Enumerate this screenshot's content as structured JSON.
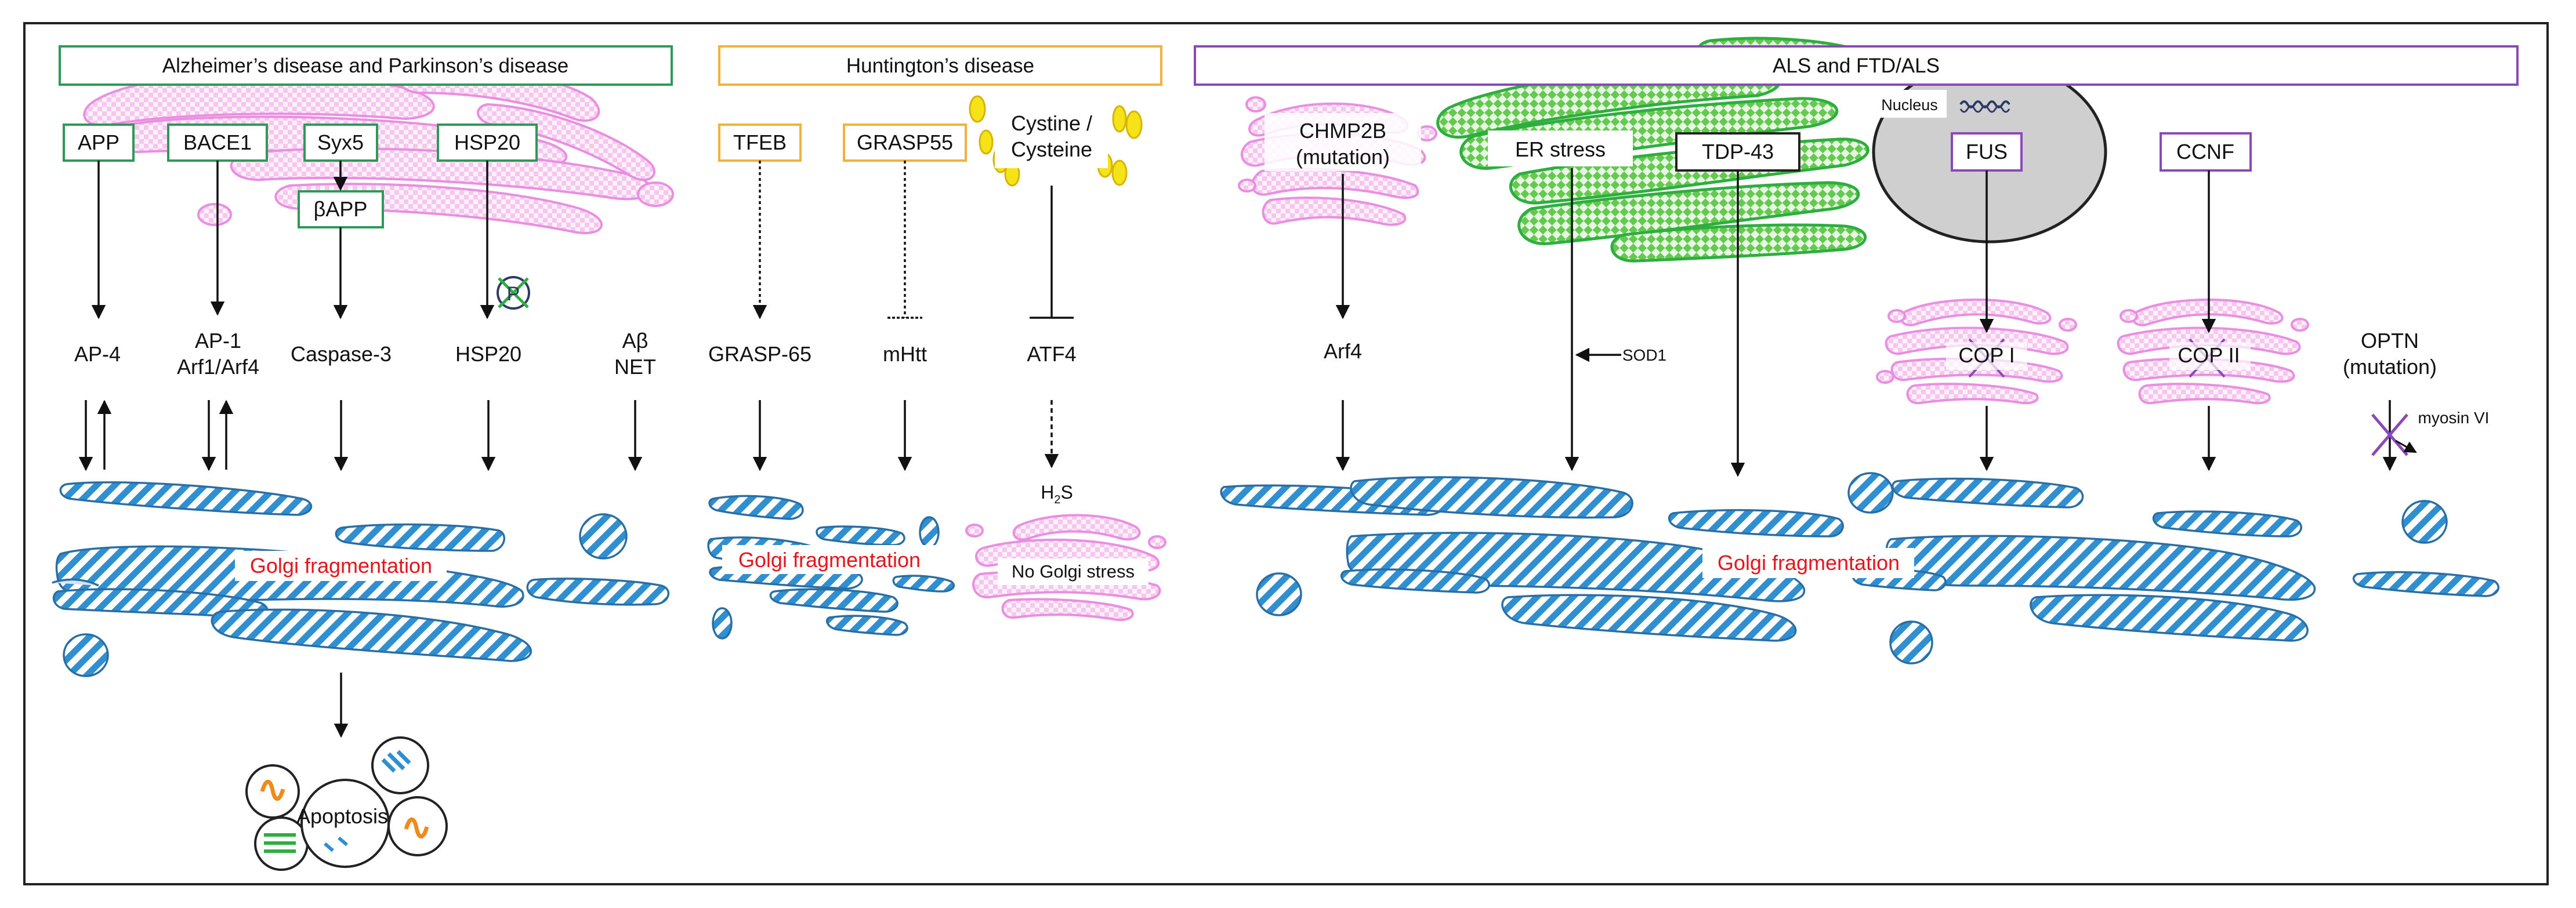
{
  "colors": {
    "ad_pd": "#2e9a58",
    "hd": "#f0b23a",
    "als": "#8a48b8",
    "golgi_blue": "#2f8fd0",
    "golgi_pink": "#e98ee0",
    "er_green": "#2eae3f",
    "red_text": "#e8141c",
    "yellow": "#f5e318"
  },
  "headers": {
    "ad_pd": "Alzheimer’s disease and Parkinson’s disease",
    "hd": "Huntington’s disease",
    "als": "ALS and FTD/ALS"
  },
  "ad_pd": {
    "box_app": "APP",
    "box_bace1": "BACE1",
    "box_syx5": "Syx5",
    "box_hsp20": "HSP20",
    "box_bapp": "βAPP",
    "phospho_label": "P",
    "lbl_ap4": "AP-4",
    "lbl_ap1": "AP-1",
    "lbl_arf": "Arf1/Arf4",
    "lbl_caspase": "Caspase-3",
    "lbl_hsp20": "HSP20",
    "lbl_abeta": "Aβ",
    "lbl_net": "NET",
    "golgi_frag": "Golgi fragmentation",
    "apoptosis": "Apoptosis"
  },
  "hd": {
    "box_tfeb": "TFEB",
    "box_grasp55": "GRASP55",
    "box_cyst1": "Cystine /",
    "box_cyst2": "Cysteine",
    "lbl_grasp65": "GRASP-65",
    "lbl_mhtt": "mHtt",
    "lbl_atf4": "ATF4",
    "lbl_h2s_main": "H",
    "lbl_h2s_sub": "2",
    "lbl_h2s_end": "S",
    "golgi_frag": "Golgi fragmentation",
    "no_stress": "No Golgi stress"
  },
  "als": {
    "chmp2b_1": "CHMP2B",
    "chmp2b_2": "(mutation)",
    "er_stress": "ER stress",
    "box_tdp43": "TDP-43",
    "nucleus": "Nucleus",
    "box_fus": "FUS",
    "box_ccnf": "CCNF",
    "lbl_arf4": "Arf4",
    "lbl_sod1": "SOD1",
    "lbl_cop1": "COP I",
    "lbl_cop2": "COP II",
    "optn_1": "OPTN",
    "optn_2": "(mutation)",
    "myosin": "myosin VI",
    "golgi_frag": "Golgi fragmentation"
  }
}
